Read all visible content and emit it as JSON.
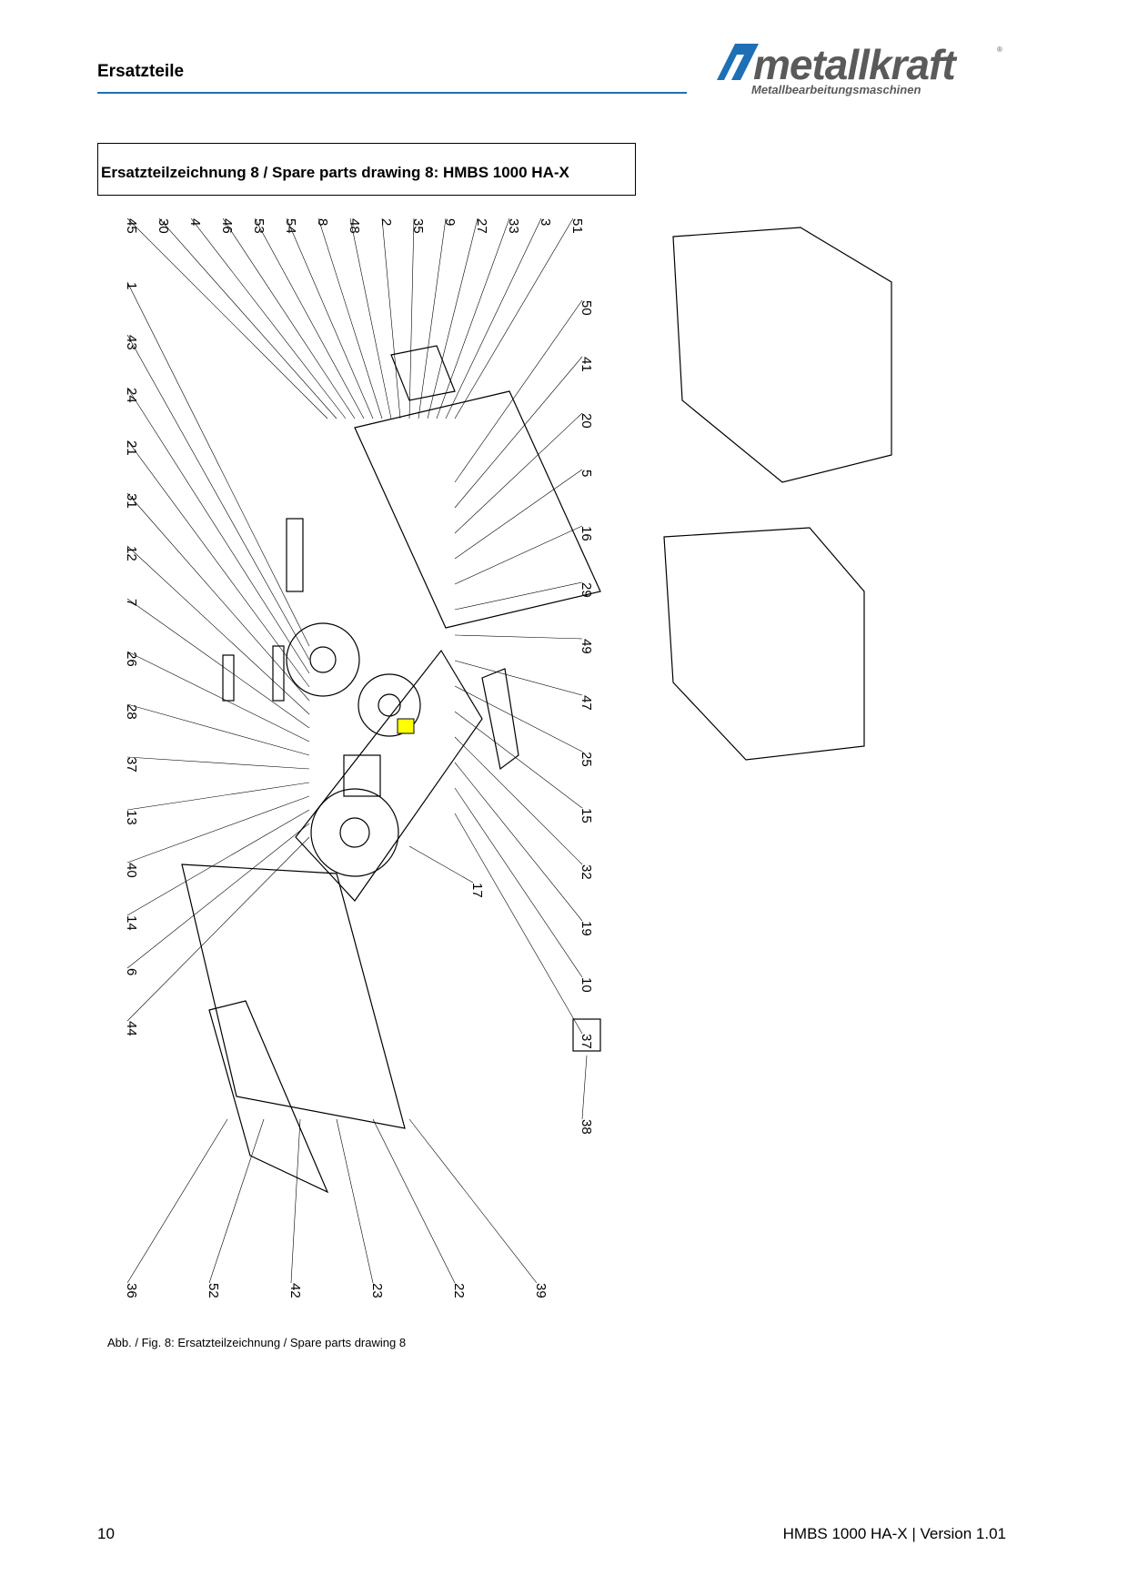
{
  "header": {
    "section_title": "Ersatzteile",
    "logo_word": "metallkraft",
    "logo_tagline": "Metallbearbeitungsmaschinen",
    "logo_registered": "®"
  },
  "title_box": {
    "text": "Ersatzteilzeichnung 8 / Spare parts drawing 8: HMBS 1000 HA-X"
  },
  "drawing": {
    "callouts_top": [
      "45",
      "30",
      "4",
      "46",
      "53",
      "54",
      "8",
      "48",
      "2",
      "35",
      "9",
      "27",
      "33",
      "3",
      "51"
    ],
    "callouts_left": [
      "1",
      "43",
      "24",
      "21",
      "31",
      "12",
      "7",
      "26",
      "28",
      "37",
      "13",
      "40",
      "14",
      "6",
      "44"
    ],
    "callouts_right": [
      "50",
      "41",
      "20",
      "5",
      "16",
      "29",
      "49",
      "47",
      "25",
      "15",
      "32",
      "19",
      "10",
      "37"
    ],
    "callouts_bottom": [
      "36",
      "52",
      "42",
      "23",
      "22",
      "39"
    ],
    "callouts_misc": [
      "17",
      "38"
    ],
    "highlight_color": "#ffff00",
    "line_color": "#000000"
  },
  "caption": "Abb. / Fig. 8: Ersatzteilzeichnung / Spare parts drawing 8",
  "footer": {
    "page_number": "10",
    "doc_version": "HMBS 1000 HA-X | Version 1.01"
  }
}
